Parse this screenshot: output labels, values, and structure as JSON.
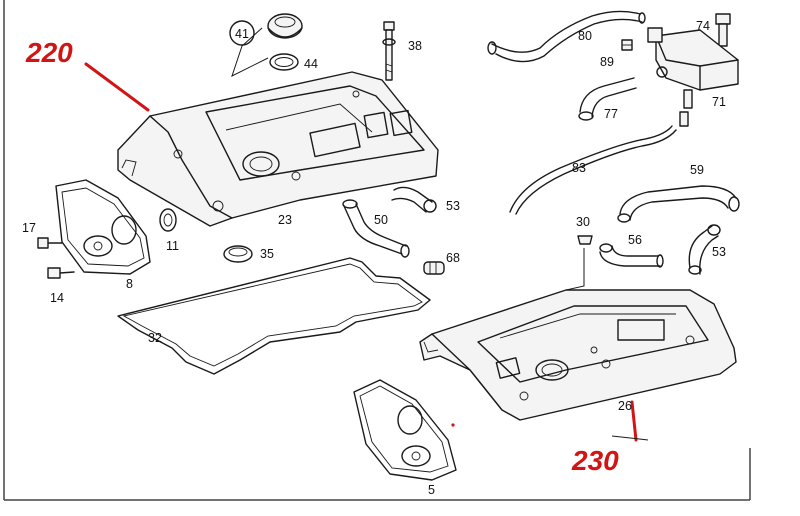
{
  "callouts": {
    "top_left": "220",
    "bottom_right": "230"
  },
  "labels": {
    "p41": "41",
    "p44": "44",
    "p38": "38",
    "p80": "80",
    "p74": "74",
    "p89": "89",
    "p77": "77",
    "p71": "71",
    "p83": "83",
    "p59": "59",
    "p23": "23",
    "p53a": "53",
    "p50": "50",
    "p11": "11",
    "p17": "17",
    "p14": "14",
    "p8": "8",
    "p35": "35",
    "p68": "68",
    "p30": "30",
    "p56": "56",
    "p53b": "53",
    "p32": "32",
    "p26": "26",
    "p5": "5"
  },
  "colors": {
    "callout": "#d21414",
    "line": "#1a1a1a",
    "background": "#ffffff"
  }
}
